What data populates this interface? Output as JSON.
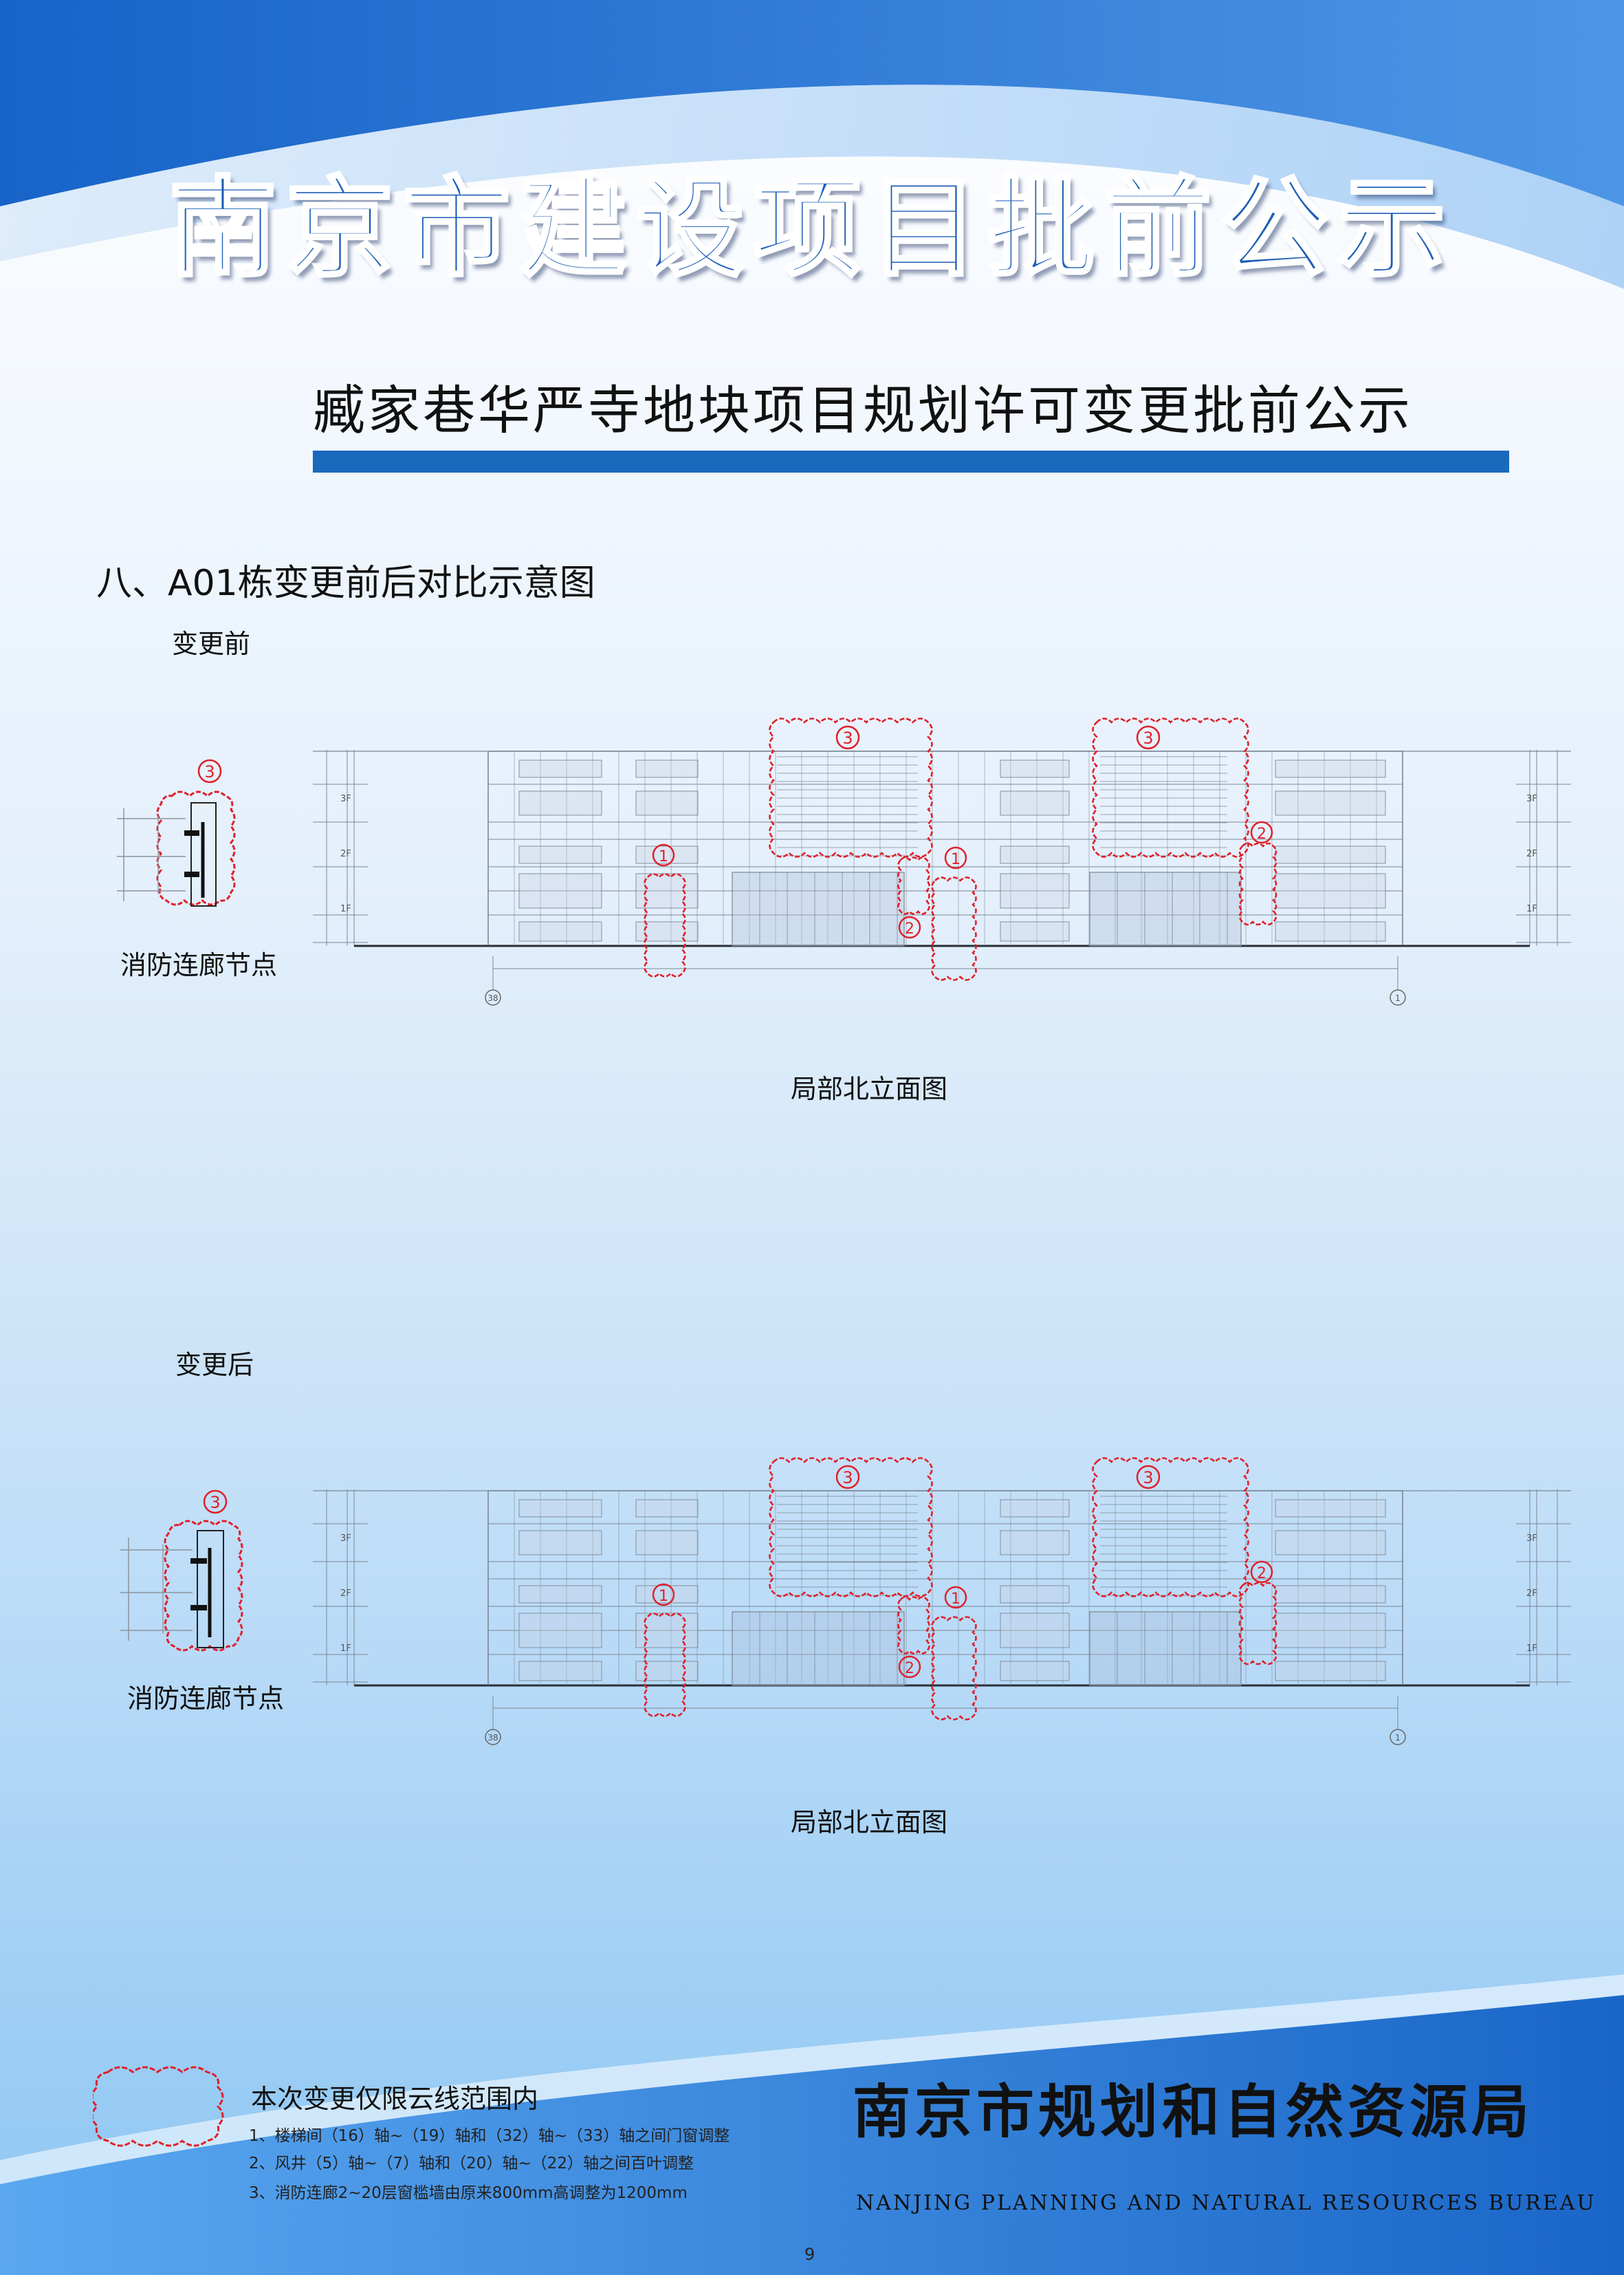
{
  "header": {
    "main_title": "南京市建设项目批前公示",
    "subtitle": "臧家巷华严寺地块项目规划许可变更批前公示"
  },
  "section": {
    "heading": "八、A01栋变更前后对比示意图"
  },
  "before": {
    "label": "变更前",
    "node_label": "消防连廊节点",
    "drawing_caption": "局部北立面图"
  },
  "after": {
    "label": "变更后",
    "node_label": "消防连廊节点",
    "drawing_caption": "局部北立面图"
  },
  "drawing": {
    "marker_1": "1",
    "marker_2": "2",
    "marker_3": "3",
    "floor_3f": "3F",
    "floor_2f": "2F",
    "floor_1f": "1F",
    "axis_left": "38",
    "axis_right": "1"
  },
  "legend": {
    "title": "本次变更仅限云线范围内",
    "items": [
      "1、楼梯间（16）轴~（19）轴和（32）轴~（33）轴之间门窗调整",
      "2、风井（5）轴~（7）轴和（20）轴~（22）轴之间百叶调整",
      "3、消防连廊2~20层窗槛墙由原来800mm高调整为1200mm"
    ]
  },
  "footer": {
    "bureau_cn": "南京市规划和自然资源局",
    "bureau_en": "NANJING PLANNING AND NATURAL RESOURCES BUREAU",
    "page_number": "9"
  },
  "colors": {
    "brand_blue": "#1a69bd",
    "cloud_red": "#e0202a",
    "drawing_line": "#7d8794"
  }
}
